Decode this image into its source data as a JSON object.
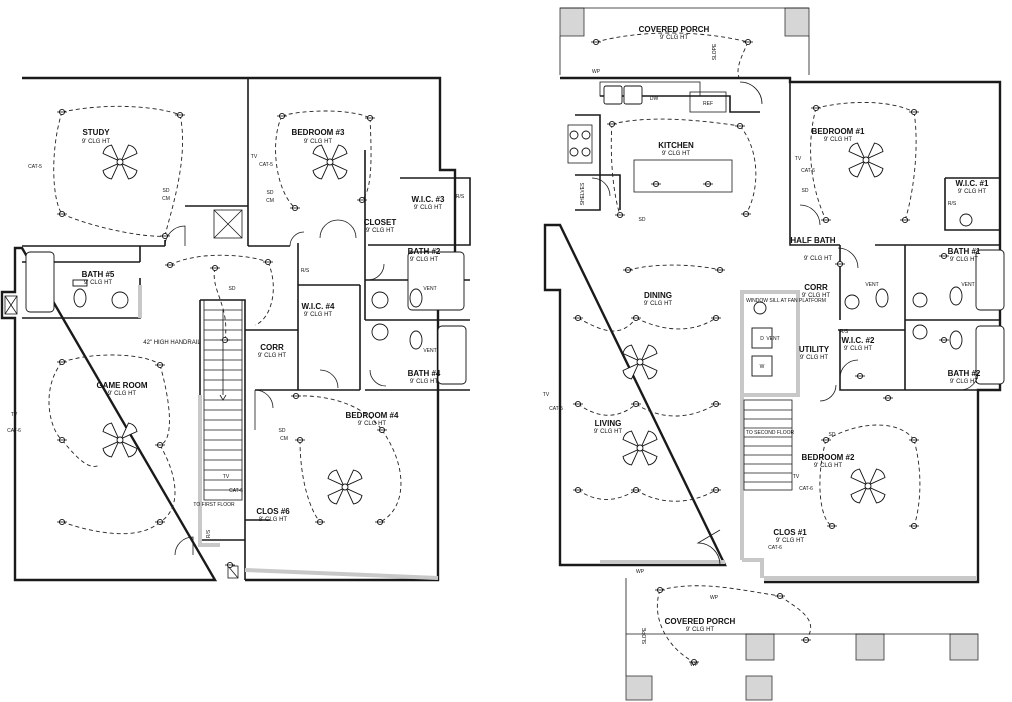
{
  "labels": {
    "study": "STUDY",
    "bedroom3": "BEDROOM #3",
    "closet": "CLOSET",
    "wic3": "W.I.C. #3",
    "bath5": "BATH #5",
    "bath2_up": "BATH #2",
    "corr_up": "CORR",
    "wic4": "W.I.C. #4",
    "game_room": "GAME ROOM",
    "handrail": "42\" HIGH HANDRAIL",
    "bath4": "BATH #4",
    "bedroom4": "BEDROOM #4",
    "clos6": "CLOS #6",
    "to_first": "TO FIRST FLOOR",
    "covered_porch_top": "COVERED PORCH",
    "slope_top": "SLOPE",
    "kitchen": "KITCHEN",
    "shelves": "SHELVES",
    "bedroom1": "BEDROOM #1",
    "wic1": "W.I.C. #1",
    "half_bath": "HALF BATH",
    "bath1": "BATH #1",
    "dining": "DINING",
    "corr_main": "CORR",
    "utility": "UTILITY",
    "wic2": "W.I.C. #2",
    "bath_main2": "BATH #2",
    "living": "LIVING",
    "to_second": "TO SECOND FLOOR",
    "bedroom2": "BEDROOM #2",
    "clos1": "CLOS #1",
    "covered_porch_bottom": "COVERED PORCH",
    "slope_bottom": "SLOPE",
    "window_platform": "WINDOW SILL AT FAN PLATFORM"
  },
  "heights": {
    "clg9": "9' CLG HT",
    "clg8": "8' CLG HT"
  },
  "symbols": {
    "sd": "SD",
    "cm": "CM",
    "rs": "R/S",
    "wp": "WP",
    "ref": "REF",
    "dw": "DW",
    "vent": "VENT",
    "cat5": "CAT-5",
    "cat6": "CAT-6",
    "tv": "TV",
    "w": "W",
    "d": "D"
  }
}
